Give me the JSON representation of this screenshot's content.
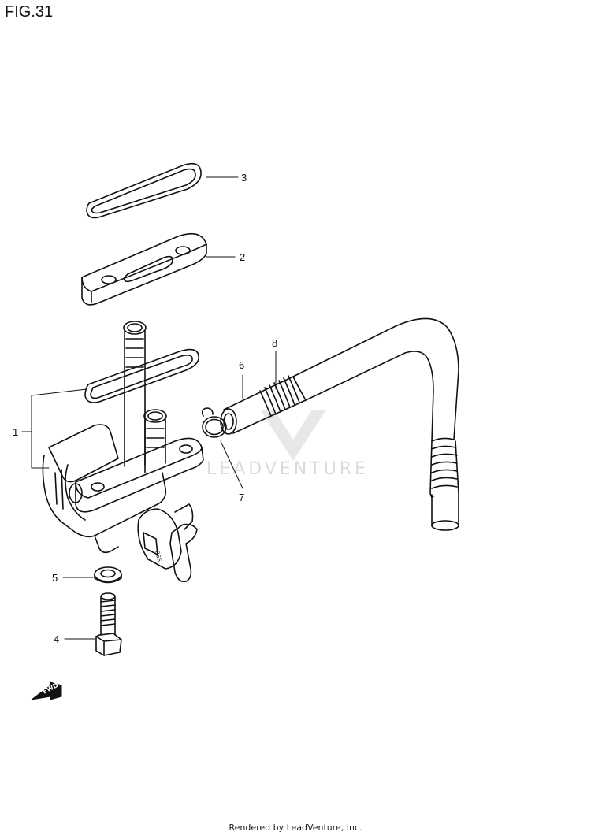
{
  "figure": {
    "title": "FIG.31"
  },
  "watermark": {
    "text": "LEADVENTURE",
    "color": "#d6d8da"
  },
  "callouts": [
    {
      "id": "c1",
      "label": "1"
    },
    {
      "id": "c2",
      "label": "2"
    },
    {
      "id": "c3",
      "label": "3"
    },
    {
      "id": "c4",
      "label": "4"
    },
    {
      "id": "c5",
      "label": "5"
    },
    {
      "id": "c6",
      "label": "6"
    },
    {
      "id": "c7",
      "label": "7"
    },
    {
      "id": "c8",
      "label": "8"
    }
  ],
  "fwd_arrow": {
    "label": "FWD"
  },
  "valve_marking": {
    "text": "RES"
  },
  "footer": {
    "credit": "Rendered by LeadVenture, Inc."
  }
}
